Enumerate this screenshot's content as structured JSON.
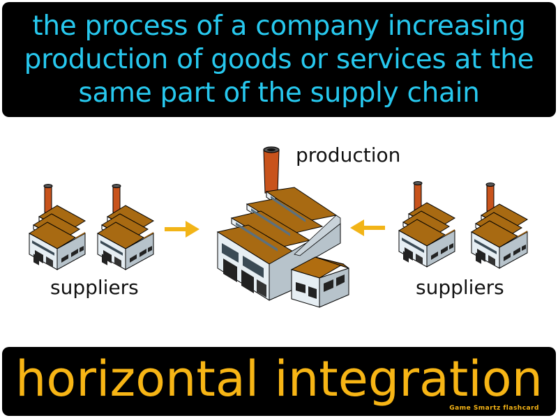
{
  "definition": "the process of a company increasing production of goods or services at the same part of the supply chain",
  "labels": {
    "production": "production",
    "suppliers_left": "suppliers",
    "suppliers_right": "suppliers"
  },
  "term": "horizontal integration",
  "brand": "Game Smartz flashcard",
  "colors": {
    "definition_text": "#27c8ee",
    "term_text": "#f7b515",
    "arrow": "#f2b417",
    "chimney": "#c8531c",
    "roof": "#a86a12",
    "wall_light": "#e6eef3",
    "wall_dark": "#b7c3cb"
  }
}
